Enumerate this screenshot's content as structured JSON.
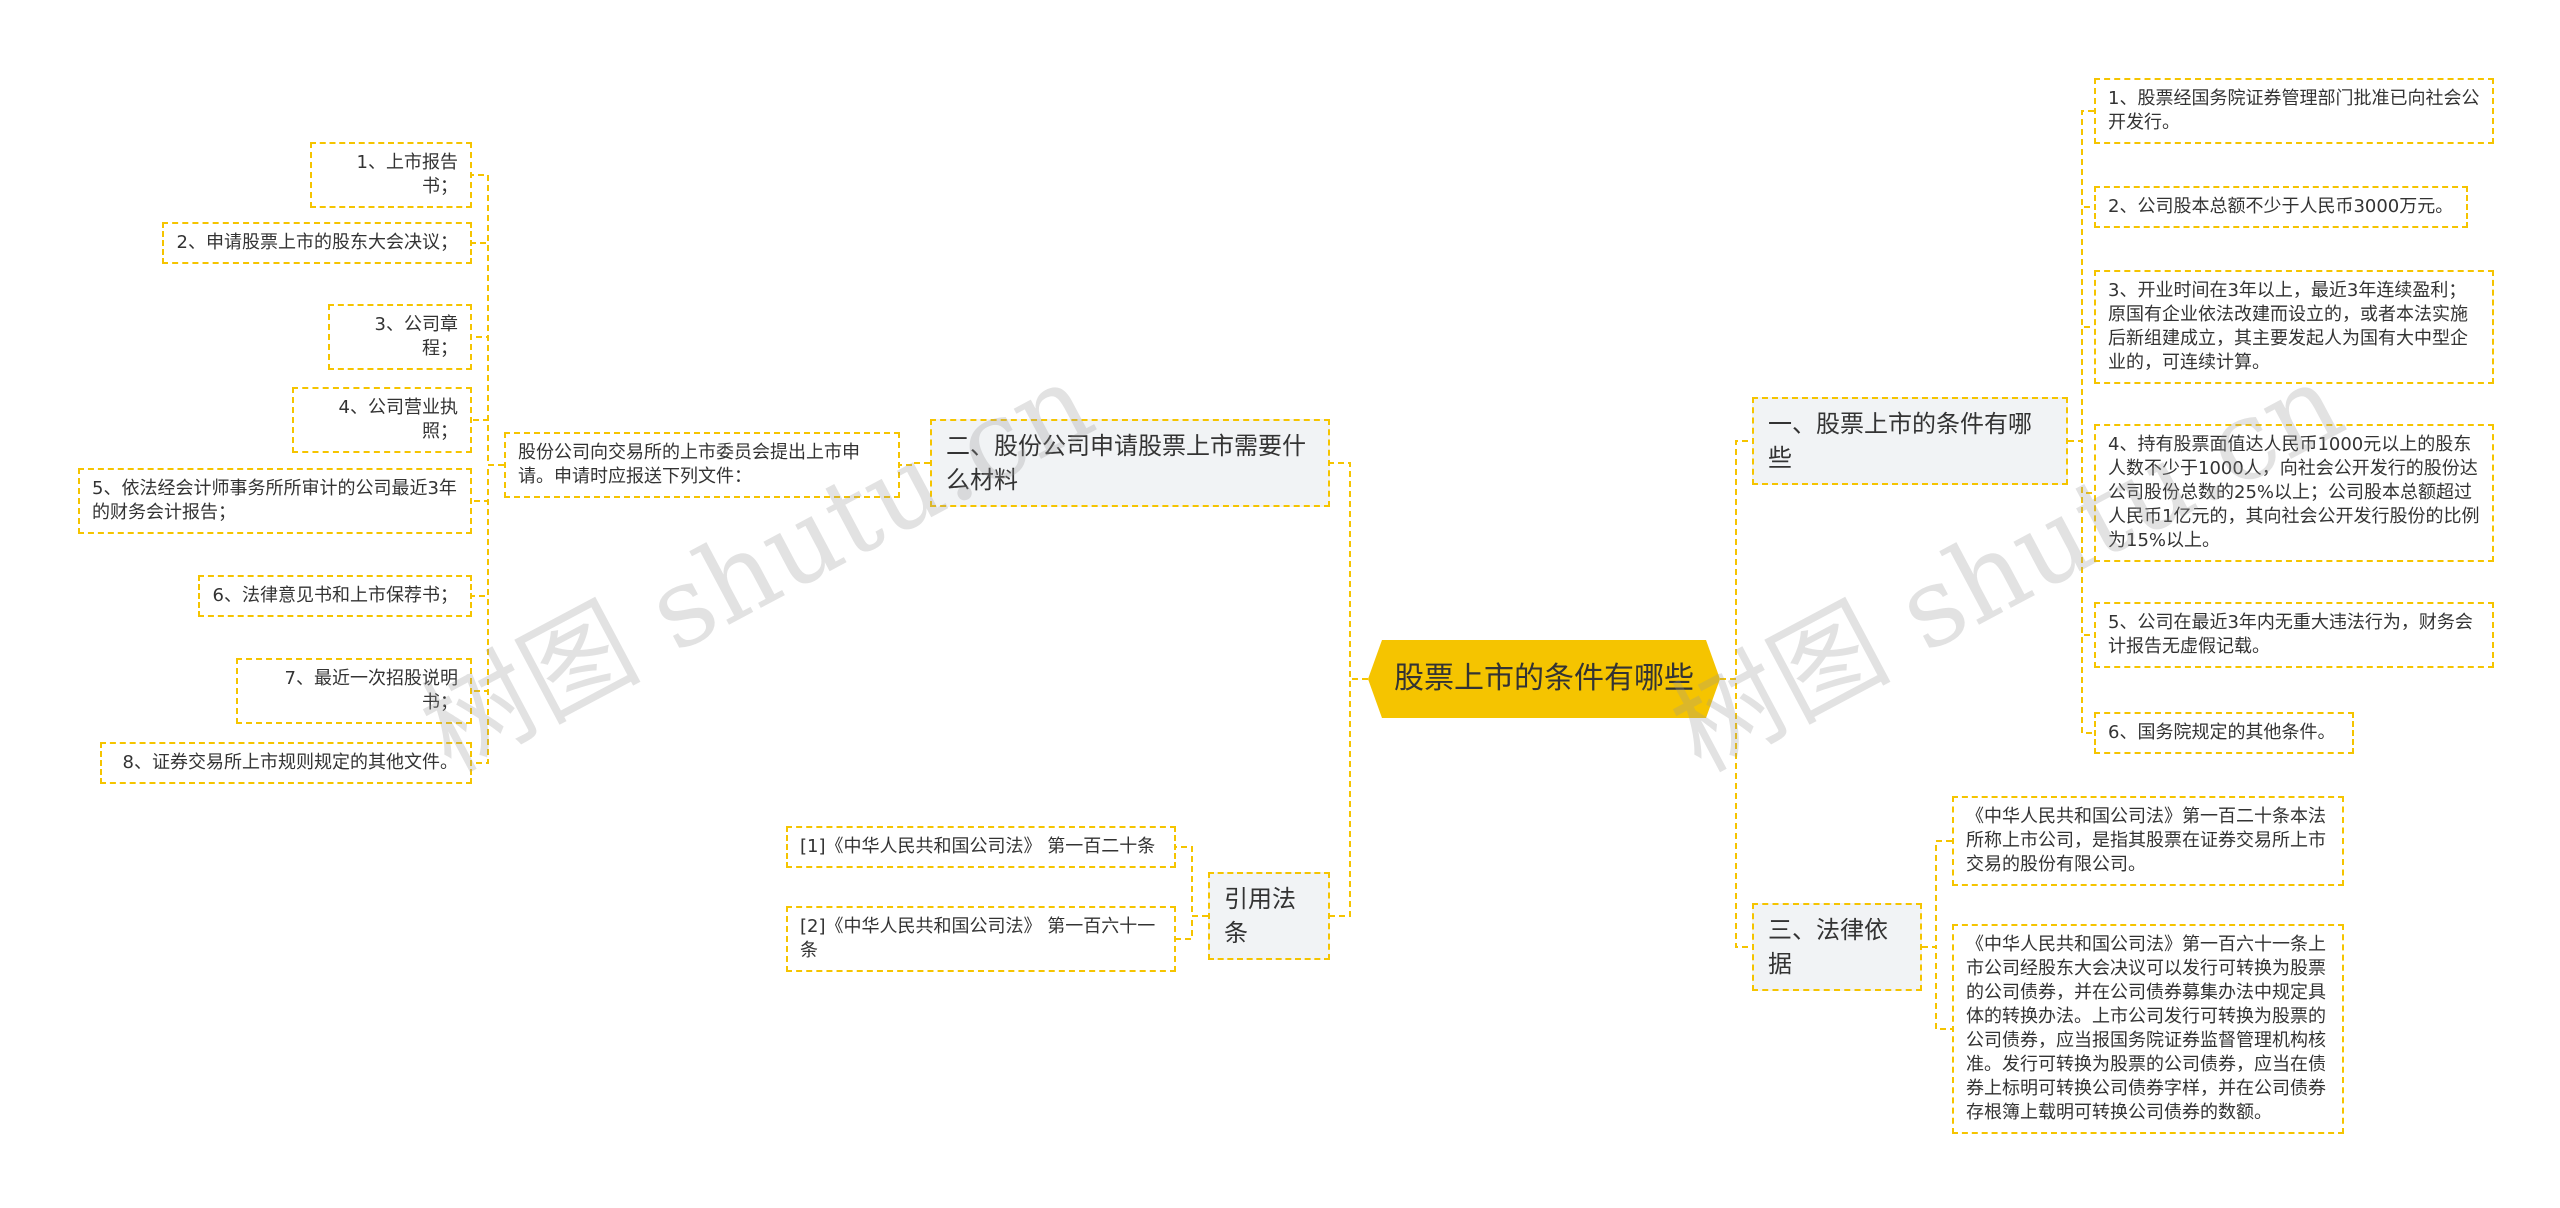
{
  "root": {
    "label": "股票上市的条件有哪些"
  },
  "branches": {
    "conditions": {
      "label": "一、股票上市的条件有哪些",
      "items": [
        "1、股票经国务院证券管理部门批准已向社会公开发行。",
        "2、公司股本总额不少于人民币3000万元。",
        "3、开业时间在3年以上，最近3年连续盈利；原国有企业依法改建而设立的，或者本法实施后新组建成立，其主要发起人为国有大中型企业的，可连续计算。",
        "4、持有股票面值达人民币1000元以上的股东人数不少于1000人，向社会公开发行的股份达公司股份总数的25%以上；公司股本总额超过人民币1亿元的，其向社会公开发行股份的比例为15%以上。",
        "5、公司在最近3年内无重大违法行为，财务会计报告无虚假记载。",
        "6、国务院规定的其他条件。"
      ]
    },
    "legal": {
      "label": "三、法律依据",
      "items": [
        "《中华人民共和国公司法》第一百二十条本法所称上市公司，是指其股票在证券交易所上市交易的股份有限公司。",
        "《中华人民共和国公司法》第一百六十一条上市公司经股东大会决议可以发行可转换为股票的公司债券，并在公司债券募集办法中规定具体的转换办法。上市公司发行可转换为股票的公司债券，应当报国务院证券监督管理机构核准。发行可转换为股票的公司债券，应当在债券上标明可转换公司债券字样，并在公司债券存根簿上载明可转换公司债券的数额。"
      ]
    },
    "materials": {
      "label": "二、股份公司申请股票上市需要什么材料",
      "intro": "股份公司向交易所的上市委员会提出上市申请。申请时应报送下列文件：",
      "items": [
        "1、上市报告书；",
        "2、申请股票上市的股东大会决议；",
        "3、公司章程；",
        "4、公司营业执照；",
        "5、依法经会计师事务所所审计的公司最近3年的财务会计报告；",
        "6、法律意见书和上市保荐书；",
        "7、最近一次招股说明书；",
        "8、证券交易所上市规则规定的其他文件。"
      ]
    },
    "citations": {
      "label": "引用法条",
      "items": [
        "[1]《中华人民共和国公司法》 第一百二十条",
        "[2]《中华人民共和国公司法》 第一百六十一条"
      ]
    }
  },
  "watermarks": [
    "树图 shutu.cn",
    "树图 shutu.cn"
  ],
  "colors": {
    "accent": "#f5c400",
    "branch_bg": "#f1f3f5",
    "text": "#333333"
  }
}
